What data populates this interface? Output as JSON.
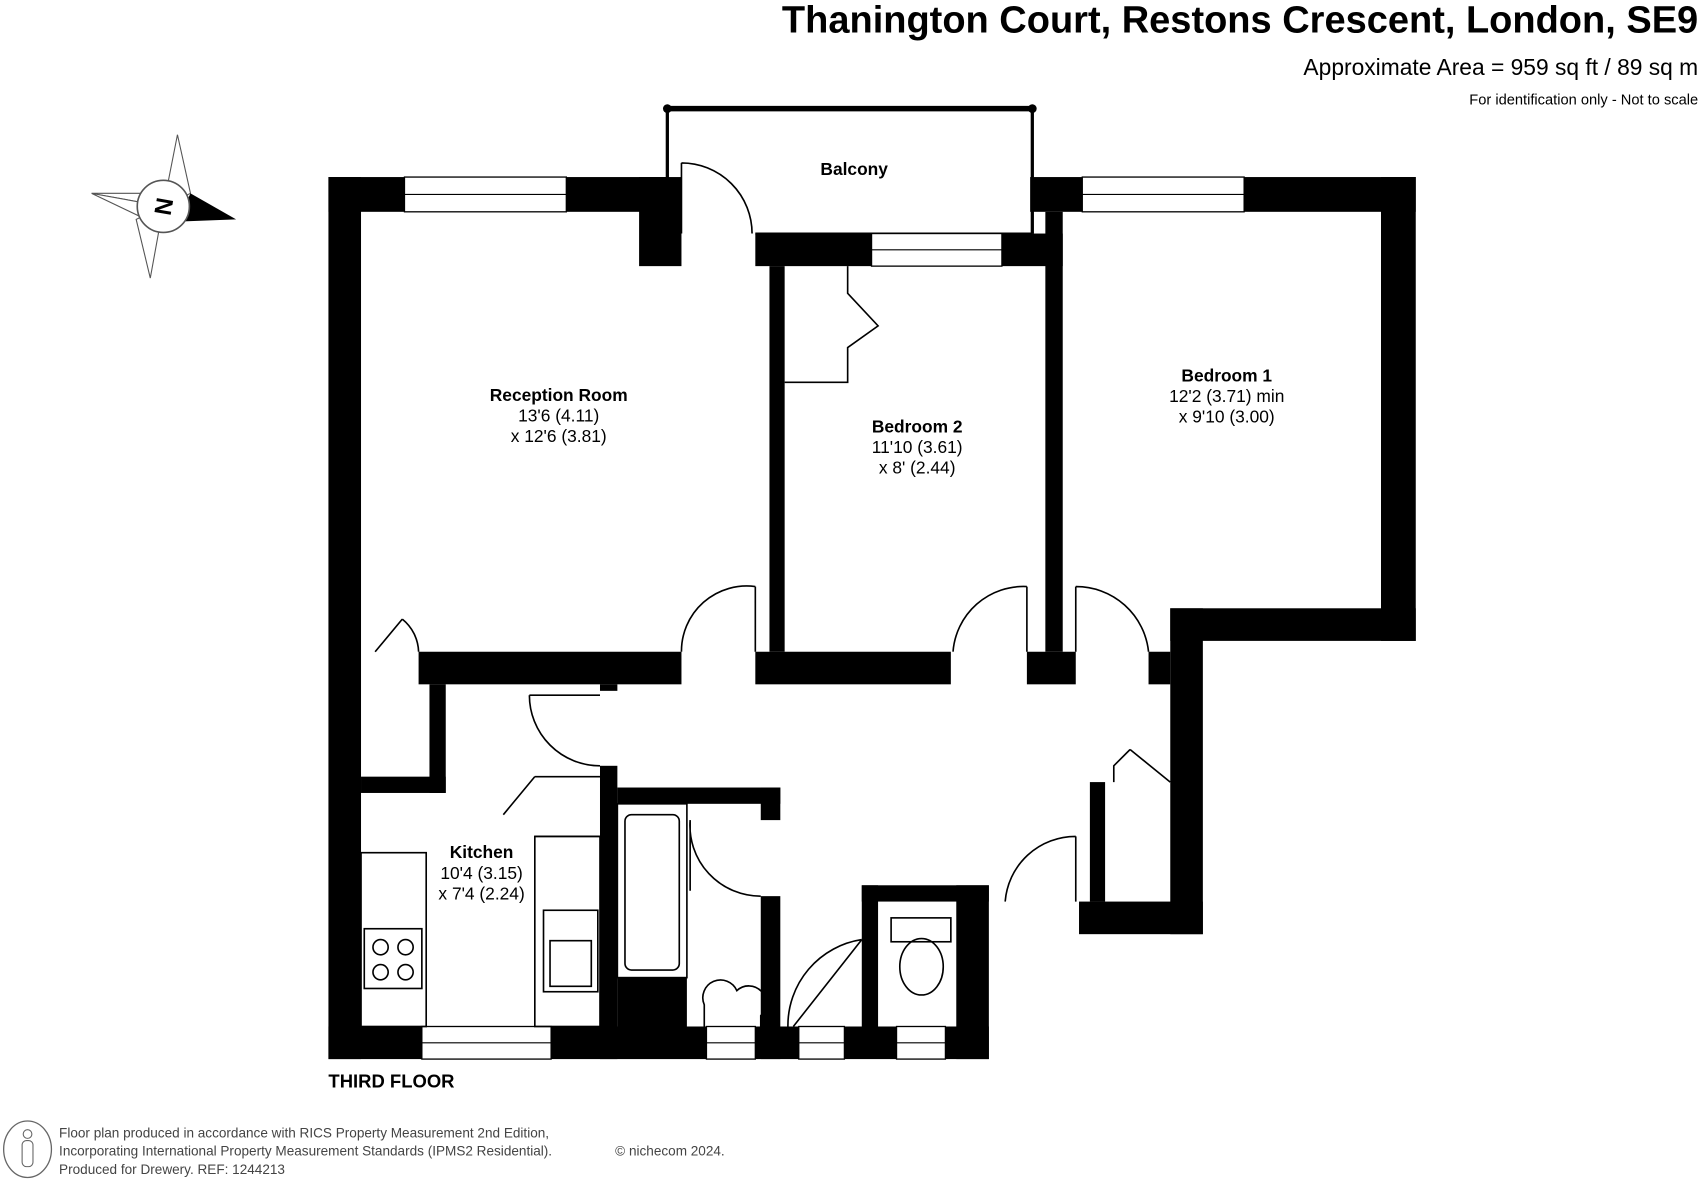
{
  "header": {
    "title": "Thanington Court, Restons Crescent, London, SE9",
    "area": "Approximate Area = 959 sq ft / 89 sq m",
    "disclaimer": "For identification only - Not to scale"
  },
  "compass": {
    "label": "N"
  },
  "rooms": {
    "balcony": {
      "name": "Balcony"
    },
    "reception": {
      "name": "Reception Room",
      "dim1": "13'6 (4.11)",
      "dim2": "x 12'6 (3.81)"
    },
    "bedroom2": {
      "name": "Bedroom 2",
      "dim1": "11'10 (3.61)",
      "dim2": "x 8' (2.44)"
    },
    "bedroom1": {
      "name": "Bedroom 1",
      "dim1": "12'2 (3.71) min",
      "dim2": "x 9'10 (3.00)"
    },
    "kitchen": {
      "name": "Kitchen",
      "dim1": "10'4 (3.15)",
      "dim2": "x 7'4 (2.24)"
    }
  },
  "floor_label": "THIRD FLOOR",
  "footer": {
    "line1": "Floor plan produced in accordance with RICS Property Measurement 2nd Edition,",
    "line2": "Incorporating International Property Measurement Standards (IPMS2 Residential).",
    "copyright": "© nichecom 2024.",
    "line3": "Produced for Drewery.   REF: 1244213"
  }
}
